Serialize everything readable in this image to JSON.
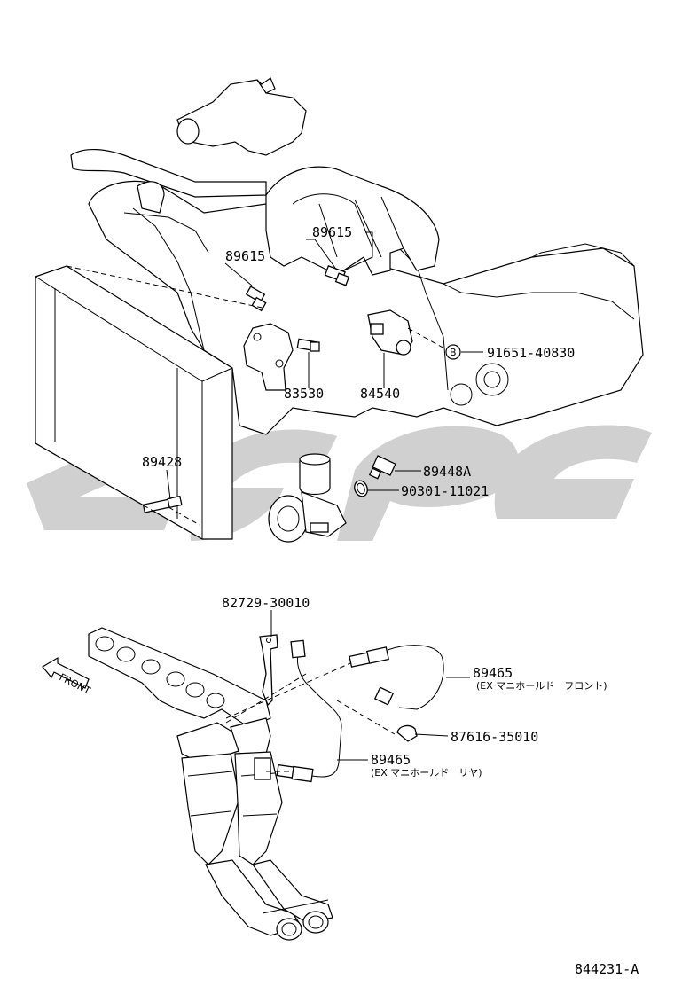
{
  "diagram": {
    "upper_labels": {
      "p89615_right": "89615",
      "p89615_left": "89615",
      "p91651": "91651-40830",
      "bolt_marker": "B",
      "p83530": "83530",
      "p84540": "84540",
      "p89428": "89428",
      "p89448A": "89448A",
      "p90301": "90301-11021"
    },
    "lower_labels": {
      "p82729": "82729-30010",
      "p89465_front": "89465",
      "p89465_front_note": "(EX マニホールド　フロント)",
      "p87616": "87616-35010",
      "p89465_rear": "89465",
      "p89465_rear_note": "(EX マニホールド　リヤ)",
      "front_arrow": "FRONT"
    },
    "diagram_code": "844231-A"
  }
}
